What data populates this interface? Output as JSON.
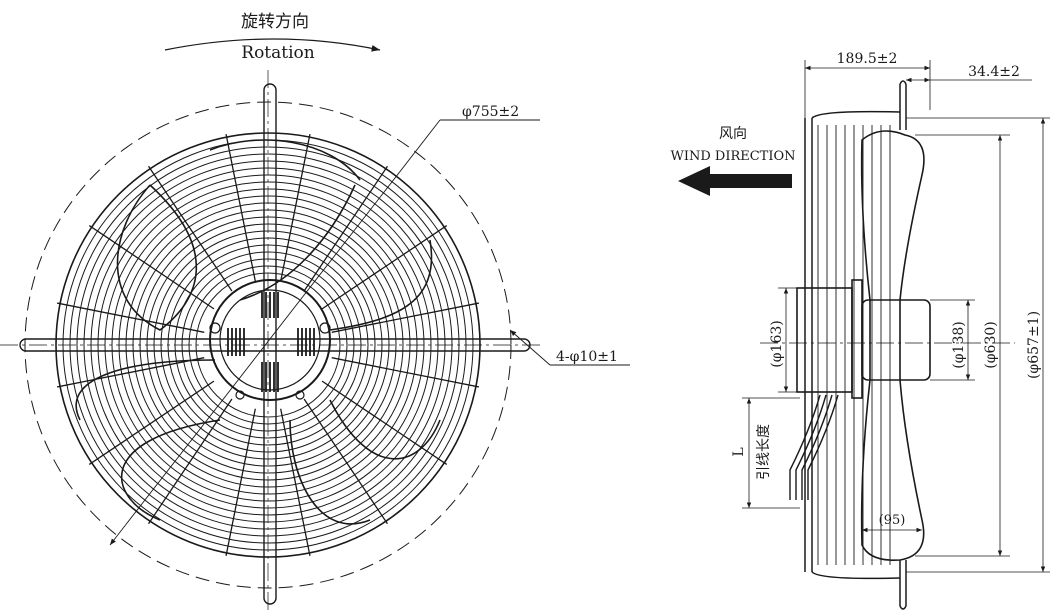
{
  "front_view": {
    "rotation_cn": "旋转方向",
    "rotation_en": "Rotation",
    "outer_diameter": "φ755±2",
    "mounting_holes": "4-φ10±1"
  },
  "side_view": {
    "wind_cn": "风向",
    "wind_en": "WIND DIRECTION",
    "depth_total": "189.5±2",
    "depth_flange": "34.4±2",
    "motor_dia": "(φ163)",
    "hub_dia": "(φ138)",
    "blade_dia": "(φ630)",
    "frame_dia": "(φ657±1)",
    "blade_width": "(95)",
    "lead_length_symbol": "L",
    "lead_length_cn": "引线长度"
  },
  "colors": {
    "line": "#1a1a1a",
    "background": "#ffffff"
  }
}
